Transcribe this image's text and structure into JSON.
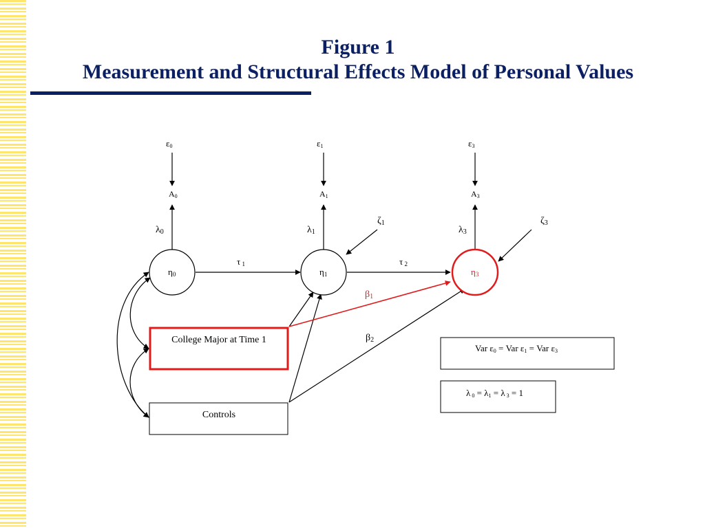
{
  "title": {
    "line1": "Figure 1",
    "line2": "Measurement and Structural Effects Model of Personal Values"
  },
  "colors": {
    "title": "#0b1f63",
    "highlight": "#e11b1b",
    "stripe": "#ffe66b"
  },
  "latent": {
    "eta0": {
      "base": "η",
      "sub": "0"
    },
    "eta1": {
      "base": "η",
      "sub": "1"
    },
    "eta3": {
      "base": "η",
      "sub": "3"
    }
  },
  "indicators": {
    "a0": {
      "base": "A",
      "sub": "0"
    },
    "a1": {
      "base": "A",
      "sub": "1"
    },
    "a3": {
      "base": "A",
      "sub": "3"
    }
  },
  "errors": {
    "eps0": {
      "base": "ε",
      "sub": "0"
    },
    "eps1": {
      "base": "ε",
      "sub": "1"
    },
    "eps3": {
      "base": "ε",
      "sub": "3"
    }
  },
  "disturbances": {
    "zeta1": {
      "base": "ζ",
      "sub": "1"
    },
    "zeta3": {
      "base": "ζ",
      "sub": "3"
    }
  },
  "loadings": {
    "lambda0": {
      "base": "λ",
      "sub": "0"
    },
    "lambda1": {
      "base": "λ",
      "sub": "1"
    },
    "lambda3": {
      "base": "λ",
      "sub": "3"
    }
  },
  "paths": {
    "tau1": {
      "base": "τ",
      "sub": " 1"
    },
    "tau2": {
      "base": "τ",
      "sub": " 2"
    },
    "beta1": {
      "base": "β",
      "sub": "1"
    },
    "beta2": {
      "base": "β",
      "sub": "2"
    }
  },
  "boxes": {
    "college_major": "College Major at Time 1",
    "controls": "Controls"
  },
  "constraints": {
    "variance": {
      "v": "Var ",
      "e": "ε",
      "s0": "0",
      "s1": "1",
      "s3": "3",
      "eq": " = "
    },
    "lambda": {
      "l": "λ",
      "s0": " 0",
      "s1": "1",
      "s3": " 3",
      "eq": " = ",
      "one": "1"
    }
  }
}
